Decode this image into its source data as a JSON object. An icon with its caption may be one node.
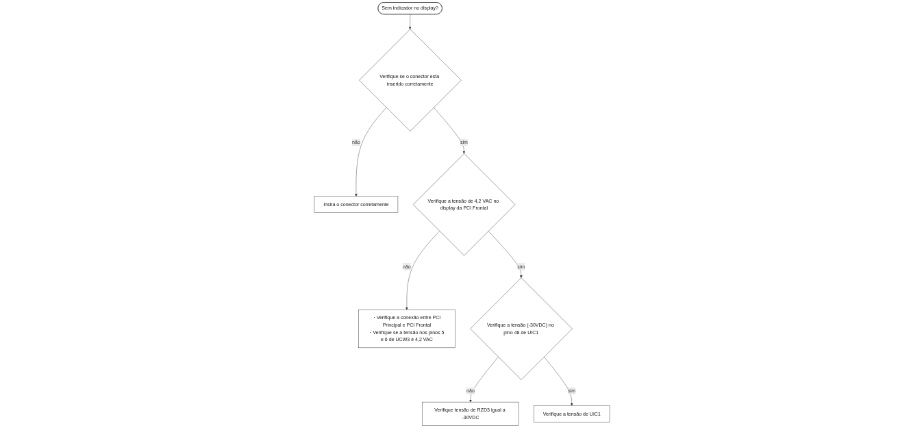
{
  "diagram": {
    "nodes": [
      {
        "text": [
          "Sem indicador no display?"
        ]
      },
      {
        "text": [
          "Verifique se o conector está inserido corretamente"
        ]
      },
      {
        "text": [
          "Insira o conector corretamente"
        ]
      },
      {
        "text": [
          "Verifique a tensão de 4,2 VAC no display da PCI Frontal"
        ]
      },
      {
        "text": [
          "・Verifique a conexão entre PCI Principal e PCI Frontal",
          "・Verifique se a tensão nos pinos 5 e 6 de UCW3 é 4,2 VAC"
        ]
      },
      {
        "text": [
          "Verifique a tensão (-30VDC) no pino 48 de UIC1"
        ]
      },
      {
        "text": [
          "Verifique tensão de RZD3 igual a -30VDC"
        ]
      },
      {
        "text": [
          "Verifique a tensão de UIC1"
        ]
      }
    ],
    "edges": [
      {
        "from": 0,
        "to": 1,
        "arrow": "to"
      },
      {
        "from": 1,
        "to": 2,
        "label": "não",
        "arrow": "to"
      },
      {
        "from": 1,
        "to": 3,
        "label": "sim",
        "arrow": "to"
      },
      {
        "from": 3,
        "to": 4,
        "label": "não",
        "arrow": "to"
      },
      {
        "from": 3,
        "to": 5,
        "label": "sim",
        "arrow": "to"
      },
      {
        "from": 5,
        "to": 6,
        "label": "não",
        "arrow": "to"
      },
      {
        "from": 5,
        "to": 7,
        "label": "sim",
        "arrow": "to"
      }
    ]
  }
}
